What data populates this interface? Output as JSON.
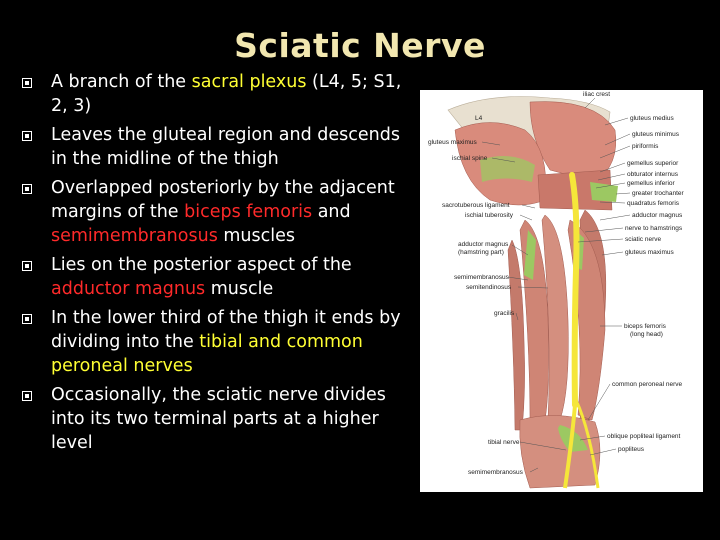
{
  "slide": {
    "title": "Sciatic Nerve"
  },
  "bullets": [
    {
      "parts": [
        {
          "t": "A branch of the ",
          "c": "w"
        },
        {
          "t": "sacral plexus",
          "c": "y"
        },
        {
          "t": " (L4, 5; S1, 2, 3)",
          "c": "w"
        }
      ]
    },
    {
      "parts": [
        {
          "t": "Leaves the gluteal region and descends in the midline of the thigh",
          "c": "w"
        }
      ]
    },
    {
      "parts": [
        {
          "t": "Overlapped posteriorly by the adjacent margins of the ",
          "c": "w"
        },
        {
          "t": "biceps femoris",
          "c": "r"
        },
        {
          "t": " and ",
          "c": "w"
        },
        {
          "t": "semimembranosus",
          "c": "r"
        },
        {
          "t": " muscles",
          "c": "w"
        }
      ]
    },
    {
      "parts": [
        {
          "t": "Lies on the posterior aspect of the ",
          "c": "w"
        },
        {
          "t": "adductor magnus",
          "c": "r"
        },
        {
          "t": " muscle",
          "c": "w"
        }
      ]
    },
    {
      "parts": [
        {
          "t": "In the lower third of the thigh it ends by dividing into the ",
          "c": "w"
        },
        {
          "t": "tibial and common peroneal nerves",
          "c": "y"
        }
      ]
    },
    {
      "parts": [
        {
          "t": "Occasionally, the sciatic nerve divides into its two terminal parts at a higher level",
          "c": "w"
        }
      ]
    }
  ],
  "figure": {
    "labels": {
      "iliac_crest": "iliac crest",
      "l4": "L4",
      "gluteus_medius": "gluteus medius",
      "gluteus_maximus_top": "gluteus maximus",
      "gluteus_minimus": "gluteus minimus",
      "piriformis": "piriformis",
      "ischial_spine": "ischial spine",
      "gemellus_superior": "gemellus superior",
      "obturator_internus": "obturator internus",
      "gemellus_inferior": "gemellus inferior",
      "greater_trochanter": "greater trochanter",
      "sacrotuberous_ligament": "sacrotuberous ligament",
      "quadratus_femoris": "quadratus femoris",
      "ischial_tuberosity": "ischial tuberosity",
      "adductor_magnus": "adductor magnus",
      "nerve_to_hamstrings": "nerve to hamstrings",
      "adductor_magnus_hamstring_1": "adductor magnus",
      "adductor_magnus_hamstring_2": "(hamstring part)",
      "sciatic_nerve": "sciatic nerve",
      "gluteus_maximus_lower": "gluteus maximus",
      "semimembranosus": "semimembranosus",
      "semitendinosus": "semitendinosus",
      "gracilis": "gracilis",
      "biceps_femoris_1": "biceps femoris",
      "biceps_femoris_2": "(long head)",
      "common_peroneal_nerve": "common peroneal nerve",
      "oblique_popliteal_ligament": "oblique popliteal ligament",
      "tibial_nerve": "tibial nerve",
      "popliteus": "popliteus",
      "semimembranosus_bottom": "semimembranosus"
    }
  },
  "colors": {
    "title": "#f2e7b0",
    "highlight_yellow": "#ffff33",
    "highlight_red": "#ff2a2a",
    "background": "#000000",
    "muscle": "#c87b6c",
    "nerve": "#f5e63a",
    "tendon": "#9cc862"
  }
}
